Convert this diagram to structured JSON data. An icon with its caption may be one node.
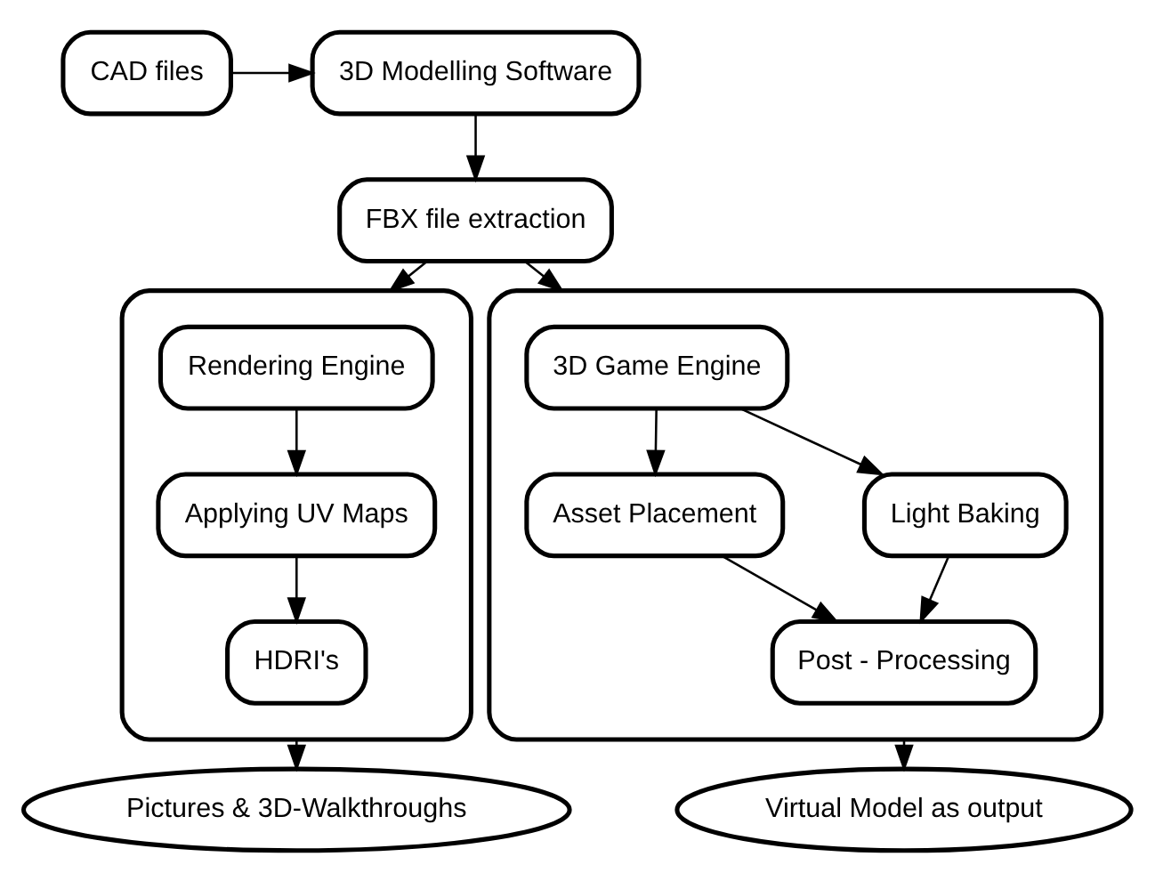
{
  "diagram": {
    "nodes": [
      {
        "text": [
          "CAD files"
        ]
      },
      {
        "text": [
          "3D Modelling Software"
        ]
      },
      {
        "text": [
          "FBX file extraction"
        ]
      },
      {
        "text": [],
        "shape": "box"
      },
      {
        "text": [
          "Rendering Engine"
        ],
        "in": 3
      },
      {
        "text": [
          "Applying UV Maps"
        ],
        "in": 3
      },
      {
        "text": [
          "HDRI's"
        ],
        "in": 3
      },
      {
        "text": [],
        "shape": "box"
      },
      {
        "text": [
          "3D Game Engine"
        ],
        "in": 7
      },
      {
        "text": [
          "Asset Placement"
        ],
        "in": 7
      },
      {
        "text": [
          "Light Baking"
        ],
        "in": 7
      },
      {
        "text": [
          "Post - Processing"
        ],
        "in": 7
      },
      {
        "text": [
          "Pictures & 3D-Walkthroughs"
        ]
      },
      {
        "text": [
          "Virtual Model as output"
        ]
      }
    ],
    "edges": [
      {
        "from": 0,
        "to": 1,
        "arrow": "to"
      },
      {
        "from": 1,
        "to": 2,
        "arrow": "to"
      },
      {
        "from": 2,
        "to": 3,
        "arrow": "to"
      },
      {
        "from": 2,
        "to": 7,
        "arrow": "to"
      },
      {
        "from": 4,
        "to": 5,
        "arrow": "to"
      },
      {
        "from": 5,
        "to": 6,
        "arrow": "to"
      },
      {
        "from": 8,
        "to": 9,
        "arrow": "to"
      },
      {
        "from": 8,
        "to": 10,
        "arrow": "to"
      },
      {
        "from": 9,
        "to": 11,
        "arrow": "to"
      },
      {
        "from": 10,
        "to": 11,
        "arrow": "to"
      },
      {
        "from": 3,
        "to": 12,
        "arrow": "to"
      },
      {
        "from": 7,
        "to": 13,
        "arrow": "to"
      }
    ]
  }
}
